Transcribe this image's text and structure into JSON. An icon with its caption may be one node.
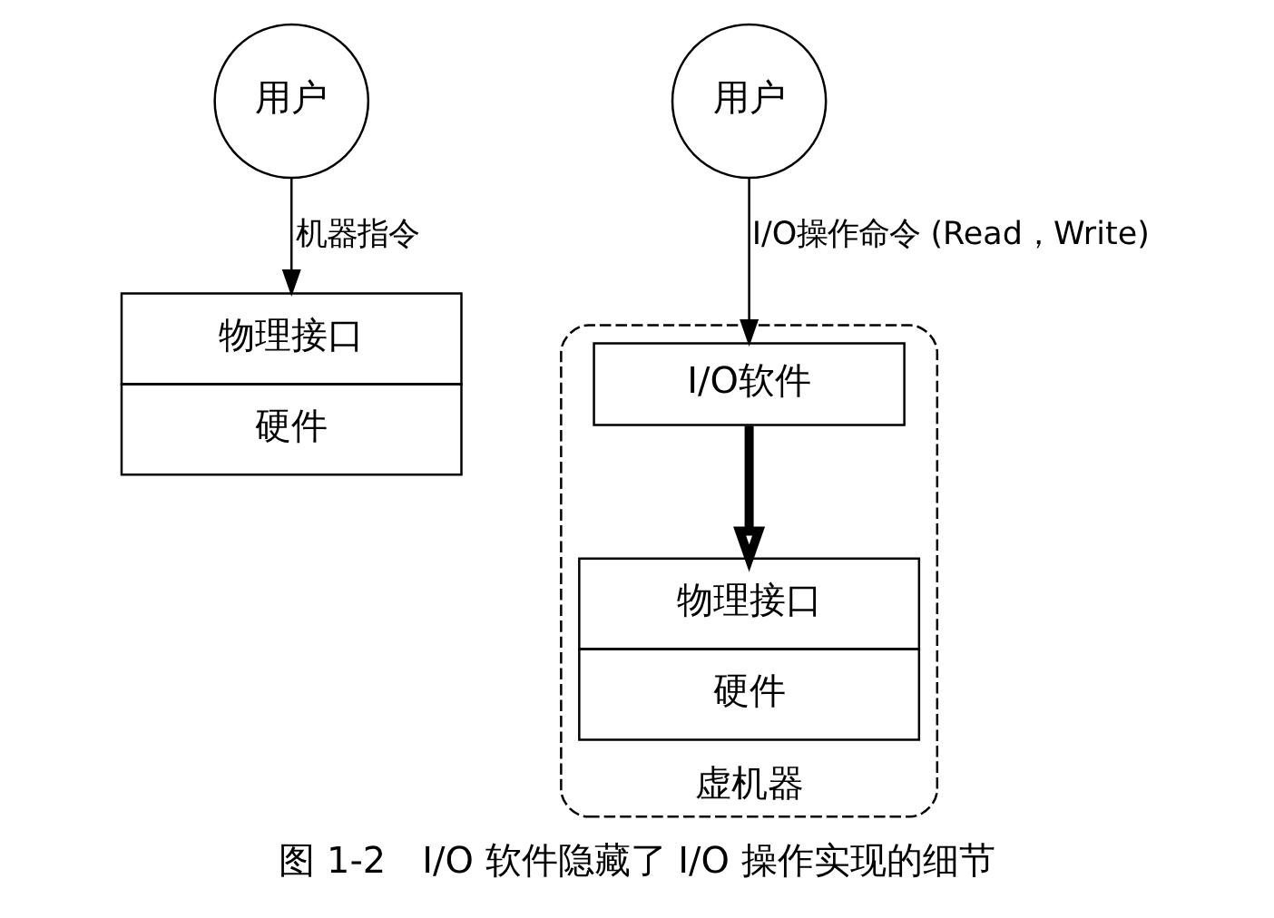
{
  "diagram": {
    "caption": "图 1-2　I/O 软件隐藏了 I/O 操作实现的细节",
    "nodes": [
      {
        "text": [
          "用户"
        ]
      },
      {
        "text": [
          "物理接口",
          "硬件"
        ]
      },
      {
        "text": [
          "用户"
        ]
      },
      {
        "text": [
          "虚机器"
        ]
      },
      {
        "text": [
          "I/O软件"
        ],
        "in": 3
      },
      {
        "text": [
          "物理接口",
          "硬件"
        ],
        "in": 3
      }
    ],
    "edges": [
      {
        "from": 0,
        "to": 1,
        "arrow": "to",
        "label": "机器指令"
      },
      {
        "from": 2,
        "to": 4,
        "arrow": "to",
        "label": "I/O操作命令 (Read，Write)"
      },
      {
        "from": 4,
        "to": 5,
        "arrow": "to",
        "style": "thick"
      }
    ]
  }
}
